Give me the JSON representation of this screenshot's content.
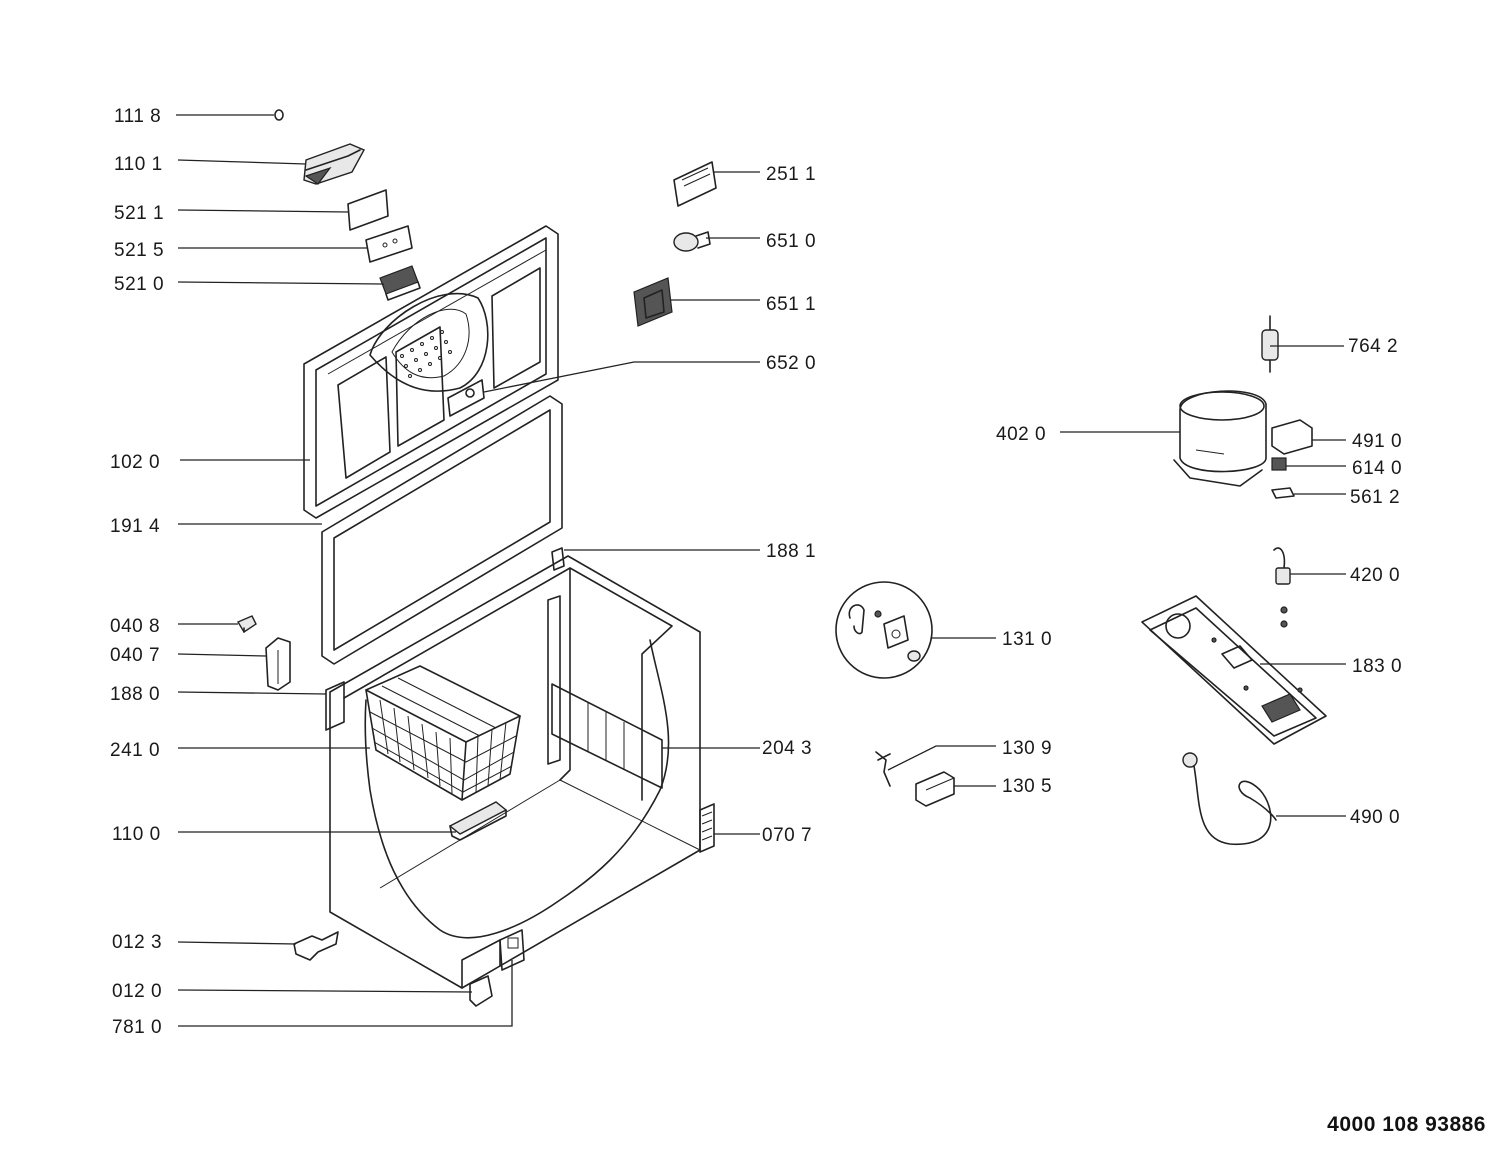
{
  "parts": [
    {
      "code": "111 8"
    },
    {
      "code": "110 1"
    },
    {
      "code": "521 1"
    },
    {
      "code": "521 5"
    },
    {
      "code": "521 0"
    },
    {
      "code": "102 0"
    },
    {
      "code": "191 4"
    },
    {
      "code": "040 8"
    },
    {
      "code": "040 7"
    },
    {
      "code": "188 0"
    },
    {
      "code": "241 0"
    },
    {
      "code": "110 0"
    },
    {
      "code": "012 3"
    },
    {
      "code": "012 0"
    },
    {
      "code": "781 0"
    },
    {
      "code": "251 1"
    },
    {
      "code": "651 0"
    },
    {
      "code": "651 1"
    },
    {
      "code": "652 0"
    },
    {
      "code": "188 1"
    },
    {
      "code": "204 3"
    },
    {
      "code": "070 7"
    },
    {
      "code": "131 0"
    },
    {
      "code": "130 9"
    },
    {
      "code": "130 5"
    },
    {
      "code": "764 2"
    },
    {
      "code": "402 0"
    },
    {
      "code": "491 0"
    },
    {
      "code": "614 0"
    },
    {
      "code": "561 2"
    },
    {
      "code": "420 0"
    },
    {
      "code": "183 0"
    },
    {
      "code": "490 0"
    }
  ],
  "document_number": "4000 108 93886"
}
